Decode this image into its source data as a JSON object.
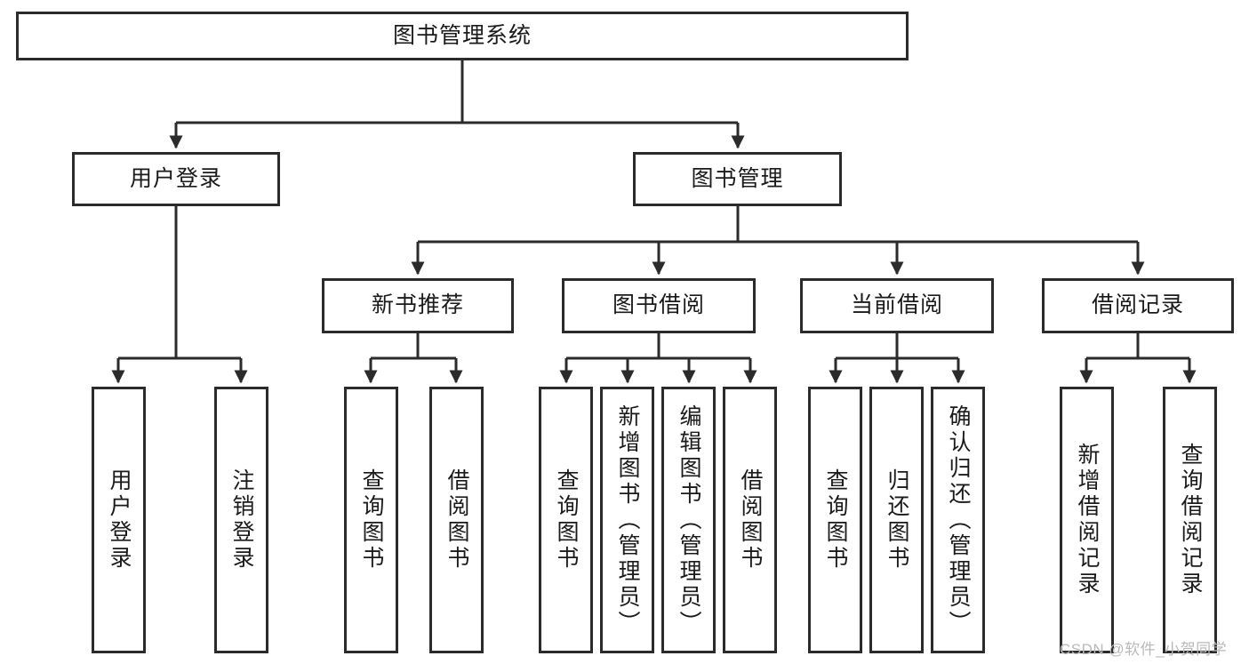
{
  "diagram": {
    "kind": "function-structure-tree",
    "title": "图书管理系统",
    "background_color": "#ffffff",
    "line_color": "#2b2b2b",
    "text_color": "#1a1a1a"
  },
  "nodes": {
    "root": {
      "label": "图书管理系统"
    },
    "level2": [
      {
        "id": "user-login",
        "label": "用户登录"
      },
      {
        "id": "book-management",
        "label": "图书管理"
      }
    ],
    "level3": [
      {
        "id": "new-book-recommend",
        "label": "新书推荐"
      },
      {
        "id": "book-borrow",
        "label": "图书借阅"
      },
      {
        "id": "current-borrow",
        "label": "当前借阅"
      },
      {
        "id": "borrow-record",
        "label": "借阅记录"
      }
    ],
    "level4": [
      {
        "id": "leaf-user-login",
        "label": "用户登录",
        "parent": "user-login"
      },
      {
        "id": "leaf-logout-login",
        "label": "注销登录",
        "parent": "user-login"
      },
      {
        "id": "leaf-query-book-1",
        "label": "查询图书",
        "parent": "new-book-recommend"
      },
      {
        "id": "leaf-borrow-book-1",
        "label": "借阅图书",
        "parent": "new-book-recommend"
      },
      {
        "id": "leaf-query-book-2",
        "label": "查询图书",
        "parent": "book-borrow"
      },
      {
        "id": "leaf-add-book",
        "label": "新增图书（管理员）",
        "parent": "book-borrow"
      },
      {
        "id": "leaf-edit-book",
        "label": "编辑图书（管理员）",
        "parent": "book-borrow"
      },
      {
        "id": "leaf-borrow-book-2",
        "label": "借阅图书",
        "parent": "book-borrow"
      },
      {
        "id": "leaf-query-book-3",
        "label": "查询图书",
        "parent": "current-borrow"
      },
      {
        "id": "leaf-return-book",
        "label": "归还图书",
        "parent": "current-borrow"
      },
      {
        "id": "leaf-confirm-return",
        "label": "确认归还（管理员）",
        "parent": "current-borrow"
      },
      {
        "id": "leaf-add-borrow-record",
        "label": "新增借阅记录",
        "parent": "borrow-record"
      },
      {
        "id": "leaf-query-borrow-record",
        "label": "查询借阅记录",
        "parent": "borrow-record"
      }
    ]
  },
  "watermark": {
    "text": "CSDN @软件_小贺同学",
    "color": "#b9b9b9"
  }
}
